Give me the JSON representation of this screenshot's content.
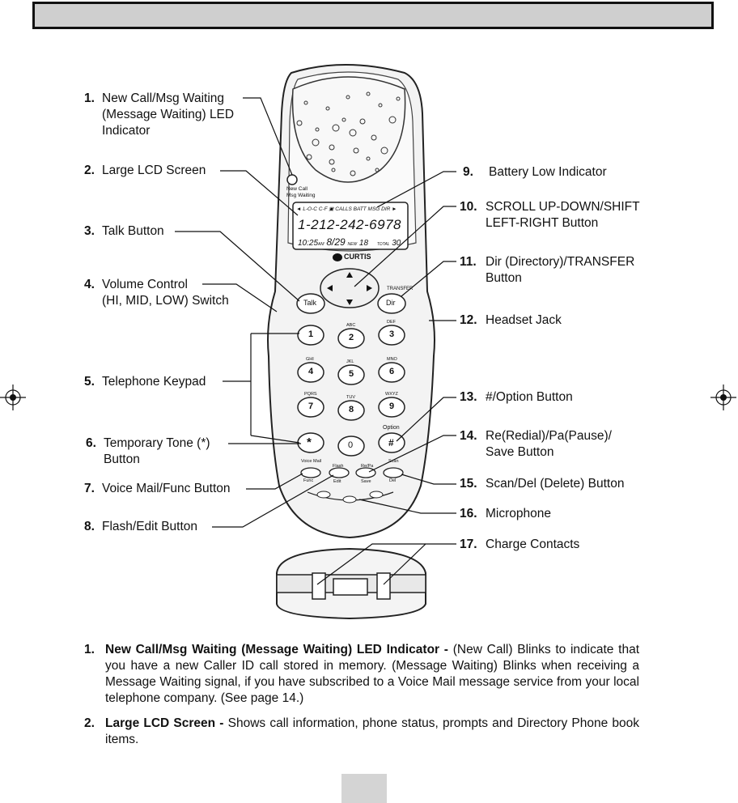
{
  "header": {
    "title": ""
  },
  "callouts_left": [
    {
      "num": "1.",
      "line1": "New Call/Msg Waiting",
      "line2": "(Message Waiting) LED",
      "line3": "Indicator"
    },
    {
      "num": "2.",
      "line1": "Large LCD Screen"
    },
    {
      "num": "3.",
      "line1": "Talk Button"
    },
    {
      "num": "4.",
      "line1": "Volume Control",
      "line2": "(HI, MID, LOW) Switch"
    },
    {
      "num": "5.",
      "line1": "Telephone Keypad"
    },
    {
      "num": "6.",
      "line1": "Temporary Tone (*)",
      "line2": "Button"
    },
    {
      "num": "7.",
      "line1": "Voice Mail/Func Button"
    },
    {
      "num": "8.",
      "line1": "Flash/Edit Button"
    }
  ],
  "callouts_right": [
    {
      "num": "9.",
      "line1": "Battery Low Indicator"
    },
    {
      "num": "10.",
      "line1": "SCROLL UP-DOWN/SHIFT",
      "line2": "LEFT-RIGHT Button"
    },
    {
      "num": "11.",
      "line1": "Dir (Directory)/TRANSFER",
      "line2": "Button"
    },
    {
      "num": "12.",
      "line1": "Headset Jack"
    },
    {
      "num": "13.",
      "line1": "#/Option Button"
    },
    {
      "num": "14.",
      "line1": "Re(Redial)/Pa(Pause)/",
      "line2": "Save Button"
    },
    {
      "num": "15.",
      "line1": "Scan/Del (Delete) Button"
    },
    {
      "num": "16.",
      "line1": "Microphone"
    },
    {
      "num": "17.",
      "line1": "Charge Contacts"
    }
  ],
  "phone": {
    "led_label1": "New Call",
    "led_label2": "Msg Waiting",
    "lcd_status": "◄ L-O-C C-F ▣ CALLS BATT MSG DIR ►",
    "lcd_number": "1-212-242-6978",
    "lcd_time": "10:25",
    "lcd_ampm": "AM",
    "lcd_date": "8/29",
    "lcd_new_label": "NEW",
    "lcd_new": "18",
    "lcd_total_label": "TOTAL",
    "lcd_total": "30",
    "brand": "CURTIS",
    "talk": "Talk",
    "dir": "Dir",
    "transfer": "TRANSFER",
    "option": "Option",
    "keys": [
      {
        "d": "1",
        "l": ""
      },
      {
        "d": "2",
        "l": "ABC"
      },
      {
        "d": "3",
        "l": "DEF"
      },
      {
        "d": "4",
        "l": "GHI"
      },
      {
        "d": "5",
        "l": "JKL"
      },
      {
        "d": "6",
        "l": "MNO"
      },
      {
        "d": "7",
        "l": "PQRS"
      },
      {
        "d": "8",
        "l": "TUV"
      },
      {
        "d": "9",
        "l": "WXYZ"
      },
      {
        "d": "*",
        "l": ""
      },
      {
        "d": "0",
        "l": ""
      },
      {
        "d": "#",
        "l": ""
      }
    ],
    "func_top": [
      "Voice Mail",
      "Flash",
      "Re/Pa",
      "Scan"
    ],
    "func_bottom": [
      "Func",
      "Edit",
      "Save",
      "Del"
    ]
  },
  "descriptions": [
    {
      "num": "1.",
      "title": "New Call/Msg Waiting (Message Waiting) LED Indicator -",
      "body": "(New Call) Blinks to indicate that you have a new Caller ID call stored in memory. (Message  Waiting) Blinks when receiving a Message Waiting signal, if you have subscribed to a Voice Mail message service from your local telephone company. (See page 14.)"
    },
    {
      "num": "2.",
      "title": "Large LCD Screen -",
      "body": "Shows call information, phone status, prompts and Directory Phone book  items."
    }
  ],
  "page_number": ""
}
